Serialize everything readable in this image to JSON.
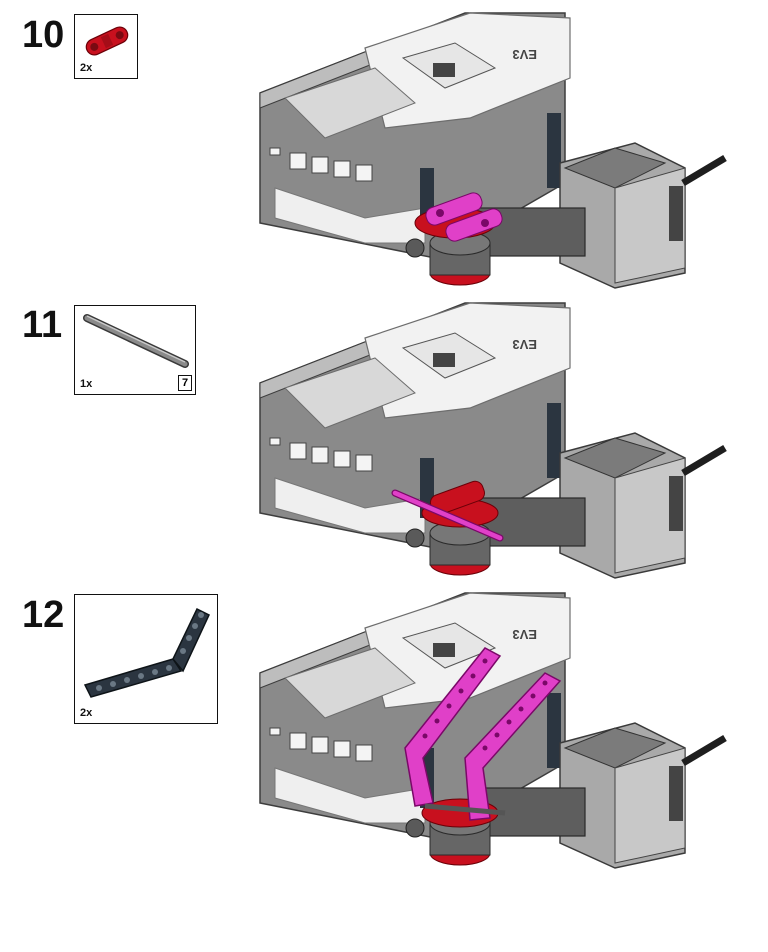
{
  "steps": [
    {
      "number": "10",
      "parts": [
        {
          "quantity": "2x",
          "part": "red-double-pin-connector"
        }
      ]
    },
    {
      "number": "11",
      "parts": [
        {
          "quantity": "1x",
          "part": "grey-axle",
          "length_badge": "7"
        }
      ]
    },
    {
      "number": "12",
      "parts": [
        {
          "quantity": "2x",
          "part": "black-angled-beam"
        }
      ]
    }
  ],
  "brick_label": "EV3",
  "colors": {
    "highlight_new": "#e040c8",
    "red_part": "#c8101e",
    "brick_grey": "#8a8a8a",
    "brick_white": "#f2f2f2",
    "dark_beam": "#2b3540",
    "axle_grey": "#6e6e6e"
  }
}
